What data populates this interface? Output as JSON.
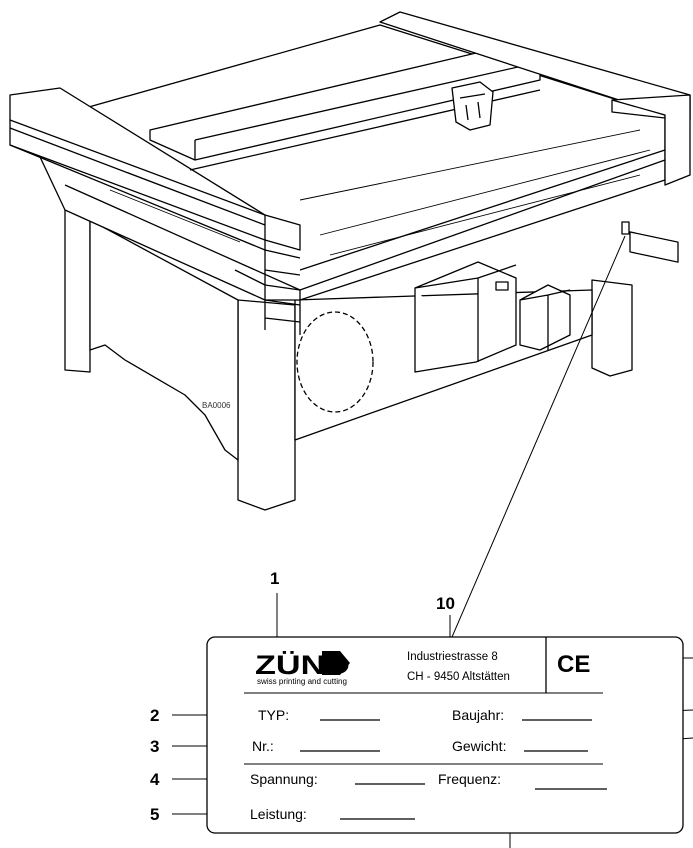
{
  "drawing_code": "BA0006",
  "plate": {
    "brand": "ZÜND",
    "tagline": "swiss printing and cutting",
    "address_line1": "Industriestrasse 8",
    "address_line2": "CH - 9450 Altstätten",
    "ce_mark": "CE",
    "typ_label": "TYP:",
    "nr_label": "Nr.:",
    "spannung_label": "Spannung:",
    "leistung_label": "Leistung:",
    "baujahr_label": "Baujahr:",
    "gewicht_label": "Gewicht:",
    "frequenz_label": "Frequenz:"
  },
  "callouts": {
    "c1": "1",
    "c2": "2",
    "c3": "3",
    "c4": "4",
    "c5": "5",
    "c10": "10"
  }
}
